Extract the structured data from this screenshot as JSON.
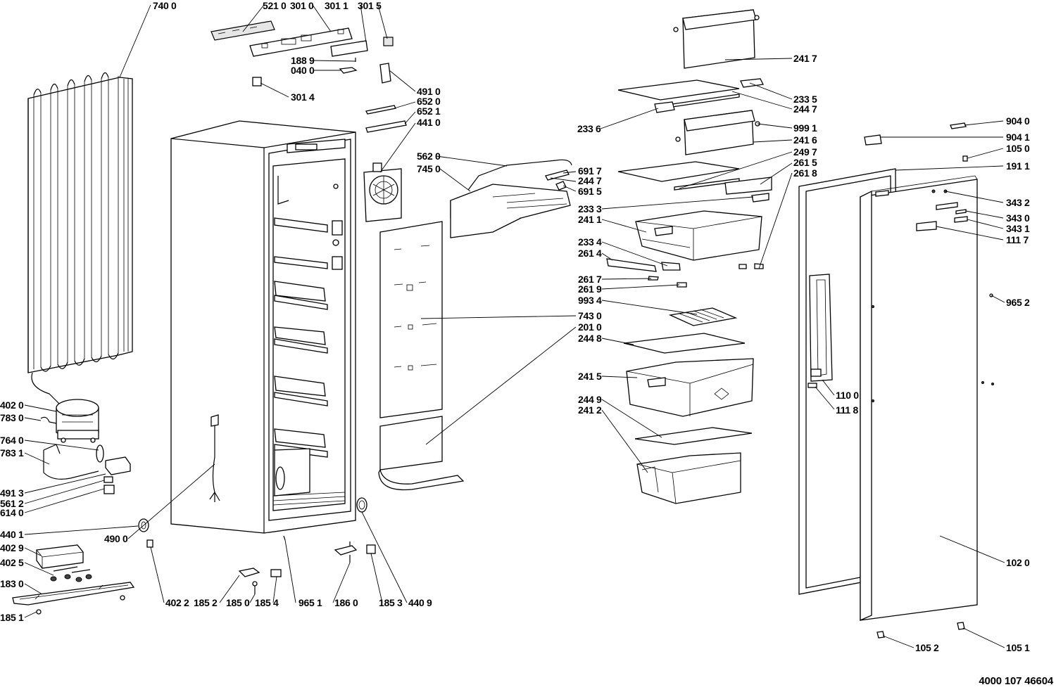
{
  "diagram": {
    "parts": [
      {
        "id": "p7400",
        "label": "740 0"
      },
      {
        "id": "p5210",
        "label": "521 0"
      },
      {
        "id": "p3010",
        "label": "301 0"
      },
      {
        "id": "p3011",
        "label": "301 1"
      },
      {
        "id": "p3015",
        "label": "301 5"
      },
      {
        "id": "p1889",
        "label": "188 9"
      },
      {
        "id": "p0400",
        "label": "040 0"
      },
      {
        "id": "p3014",
        "label": "301 4"
      },
      {
        "id": "p4910",
        "label": "491 0"
      },
      {
        "id": "p6520",
        "label": "652 0"
      },
      {
        "id": "p6521",
        "label": "652 1"
      },
      {
        "id": "p4410",
        "label": "441 0"
      },
      {
        "id": "p5620",
        "label": "562 0"
      },
      {
        "id": "p7450",
        "label": "745 0"
      },
      {
        "id": "p6917",
        "label": "691 7"
      },
      {
        "id": "p2447a",
        "label": "244 7"
      },
      {
        "id": "p6915",
        "label": "691 5"
      },
      {
        "id": "p2417",
        "label": "241 7"
      },
      {
        "id": "p2335",
        "label": "233 5"
      },
      {
        "id": "p2447b",
        "label": "244 7"
      },
      {
        "id": "p2336",
        "label": "233 6"
      },
      {
        "id": "p9991",
        "label": "999 1"
      },
      {
        "id": "p2416",
        "label": "241 6"
      },
      {
        "id": "p2497",
        "label": "249 7"
      },
      {
        "id": "p2615",
        "label": "261 5"
      },
      {
        "id": "p2618",
        "label": "261 8"
      },
      {
        "id": "p2333",
        "label": "233 3"
      },
      {
        "id": "p2411",
        "label": "241 1"
      },
      {
        "id": "p2334",
        "label": "233 4"
      },
      {
        "id": "p2614",
        "label": "261 4"
      },
      {
        "id": "p2617",
        "label": "261 7"
      },
      {
        "id": "p2619",
        "label": "261 9"
      },
      {
        "id": "p9934",
        "label": "993 4"
      },
      {
        "id": "p7430",
        "label": "743 0"
      },
      {
        "id": "p2010",
        "label": "201 0"
      },
      {
        "id": "p2448",
        "label": "244 8"
      },
      {
        "id": "p2415",
        "label": "241 5"
      },
      {
        "id": "p2449",
        "label": "244 9"
      },
      {
        "id": "p2412",
        "label": "241 2"
      },
      {
        "id": "p9040",
        "label": "904 0"
      },
      {
        "id": "p9041",
        "label": "904 1"
      },
      {
        "id": "p1050",
        "label": "105 0"
      },
      {
        "id": "p1911",
        "label": "191 1"
      },
      {
        "id": "p3432",
        "label": "343 2"
      },
      {
        "id": "p3430",
        "label": "343 0"
      },
      {
        "id": "p3431",
        "label": "343 1"
      },
      {
        "id": "p1117",
        "label": "111 7"
      },
      {
        "id": "p9652",
        "label": "965 2"
      },
      {
        "id": "p1100",
        "label": "110 0"
      },
      {
        "id": "p1118",
        "label": "111 8"
      },
      {
        "id": "p1020",
        "label": "102 0"
      },
      {
        "id": "p1052",
        "label": "105 2"
      },
      {
        "id": "p1051",
        "label": "105 1"
      },
      {
        "id": "p4020",
        "label": "402 0"
      },
      {
        "id": "p7830",
        "label": "783 0"
      },
      {
        "id": "p7640",
        "label": "764 0"
      },
      {
        "id": "p7831",
        "label": "783 1"
      },
      {
        "id": "p4913",
        "label": "491 3"
      },
      {
        "id": "p5612",
        "label": "561 2"
      },
      {
        "id": "p6140",
        "label": "614 0"
      },
      {
        "id": "p4401",
        "label": "440 1"
      },
      {
        "id": "p4900",
        "label": "490 0"
      },
      {
        "id": "p4029",
        "label": "402 9"
      },
      {
        "id": "p4025",
        "label": "402 5"
      },
      {
        "id": "p1830",
        "label": "183 0"
      },
      {
        "id": "p1851",
        "label": "185 1"
      },
      {
        "id": "p4022",
        "label": "402 2"
      },
      {
        "id": "p1852",
        "label": "185 2"
      },
      {
        "id": "p1850",
        "label": "185 0"
      },
      {
        "id": "p1854",
        "label": "185 4"
      },
      {
        "id": "p9651",
        "label": "965 1"
      },
      {
        "id": "p1860",
        "label": "186 0"
      },
      {
        "id": "p1853",
        "label": "185 3"
      },
      {
        "id": "p4409",
        "label": "440 9"
      }
    ],
    "document_number": "4000 107 46604"
  }
}
